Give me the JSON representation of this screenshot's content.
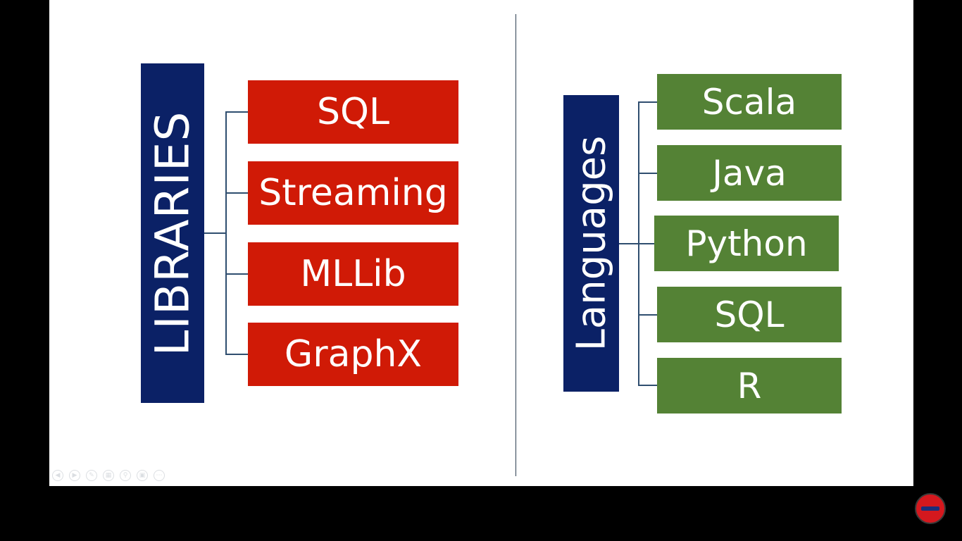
{
  "libraries": {
    "title": "LIBRARIES",
    "items": [
      "SQL",
      "Streaming",
      "MLLib",
      "GraphX"
    ]
  },
  "languages": {
    "title": "Languages",
    "items": [
      "Scala",
      "Java",
      "Python",
      "SQL",
      "R"
    ]
  },
  "colors": {
    "title_box": "#0b2166",
    "library_box": "#d01a06",
    "language_box": "#548235",
    "connector": "#2f4e6f"
  }
}
